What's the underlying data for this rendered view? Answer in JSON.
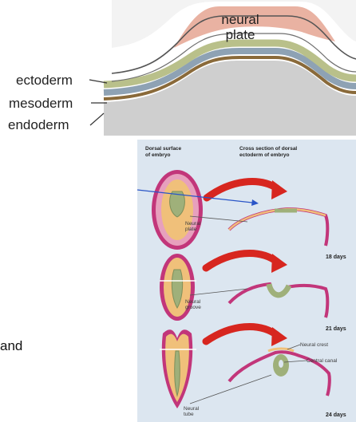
{
  "top_diagram": {
    "plate_label_line1": "neural",
    "plate_label_line2": "plate",
    "layers": [
      "ectoderm",
      "mesoderm",
      "endoderm"
    ]
  },
  "bottom_diagram": {
    "header_left_line1": "Dorsal surface",
    "header_left_line2": "of embryo",
    "header_right_line1": "Cross section of dorsal",
    "header_right_line2": "ectoderm of embryo",
    "stages": [
      {
        "caption_line1": "Neural",
        "caption_line2": "plate",
        "days": "18 days"
      },
      {
        "caption_line1": "Neural",
        "caption_line2": "groove",
        "days": "21 days"
      },
      {
        "caption_line1": "Neural",
        "caption_line2": "tube",
        "days": "24 days"
      }
    ],
    "neural_crest_label": "Neural crest",
    "central_canal_label": "Central canal"
  },
  "side_text": "and",
  "colors": {
    "panel_bg": "#dce6f0",
    "ectoderm": "#f0c07a",
    "neural_tissue": "#9fb07a",
    "outline_pink": "#c2367a",
    "arrow_red": "#d7261f"
  }
}
